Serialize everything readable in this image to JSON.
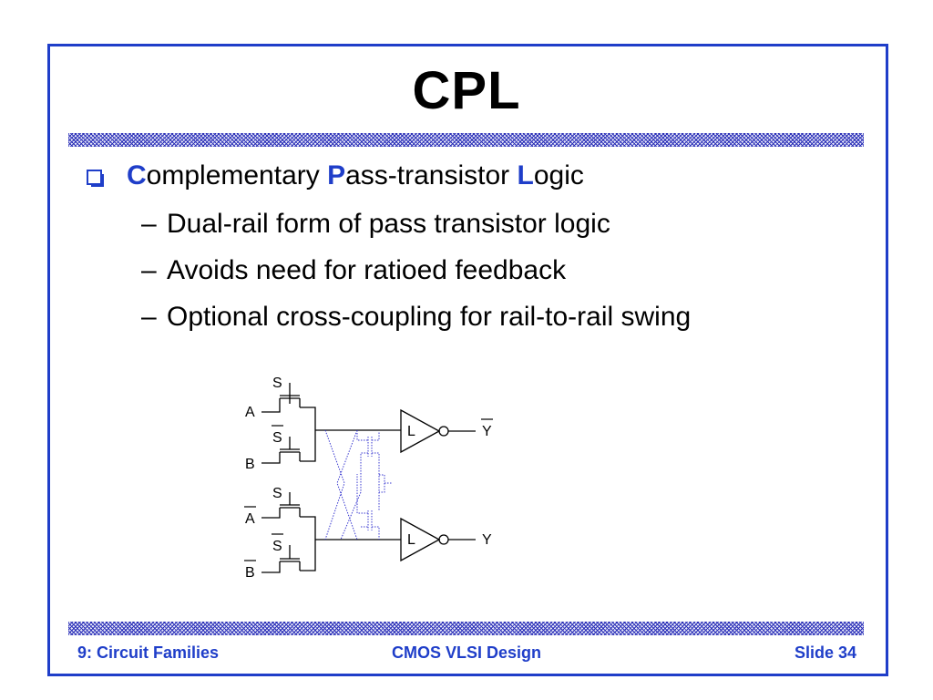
{
  "slide": {
    "title": "CPL",
    "main_bullet": {
      "c_letter": "C",
      "c_rest": "omplementary ",
      "p_letter": "P",
      "p_rest": "ass-transistor ",
      "l_letter": "L",
      "l_rest": "ogic"
    },
    "sub_bullets": [
      "Dual-rail form of pass transistor logic",
      "Avoids need for ratioed feedback",
      "Optional cross-coupling for rail-to-rail swing"
    ],
    "sub_bullet_marker": "–"
  },
  "circuit": {
    "labels": {
      "s1": "S",
      "a": "A",
      "s_bar_1": "S",
      "b": "B",
      "s2": "S",
      "a_bar": "A",
      "s_bar_2": "S",
      "b_bar": "B",
      "l_top": "L",
      "l_bottom": "L",
      "y_bar": "Y",
      "y": "Y"
    }
  },
  "footer": {
    "left": "9: Circuit Families",
    "center": "CMOS VLSI Design",
    "right": "Slide 34"
  },
  "colors": {
    "accent": "#1f3ec9",
    "frame": "#1f3ec9",
    "cross_coupling": "#3a3ad0"
  }
}
